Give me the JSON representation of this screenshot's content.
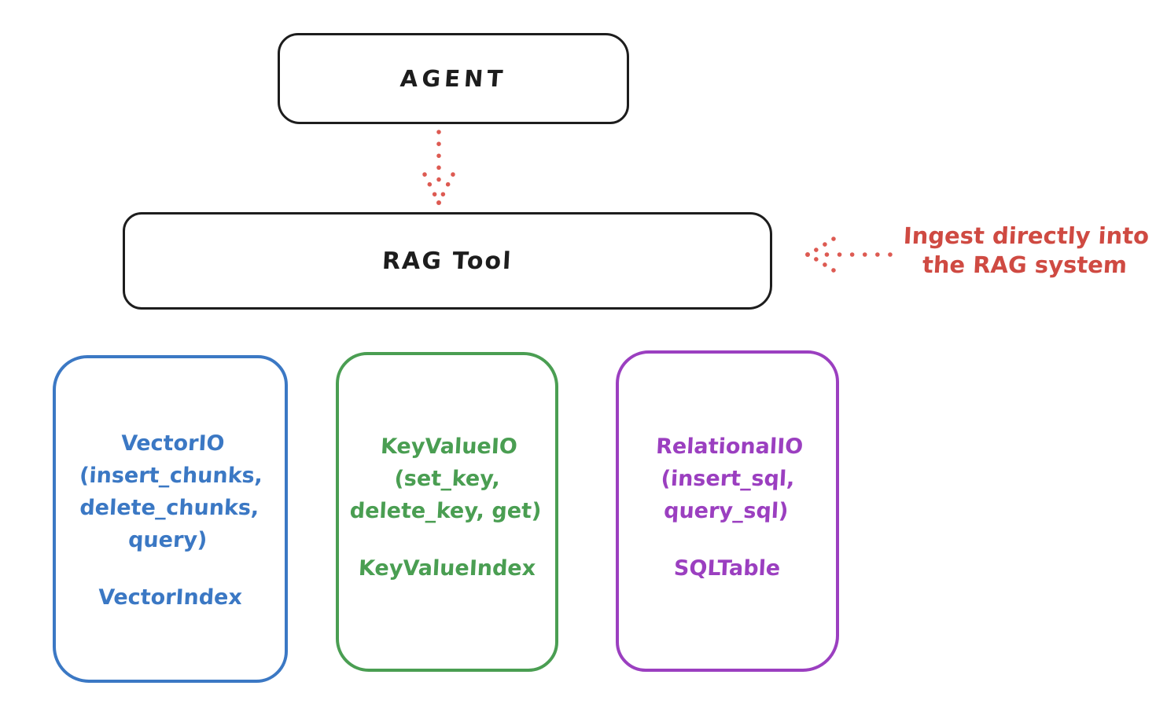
{
  "diagram": {
    "background_color": "#ffffff",
    "stroke_color": "#1d1d1d",
    "agent_box": {
      "label": "AGENT"
    },
    "rag_box": {
      "label": "RAG Tool"
    },
    "agent_to_rag_arrow": {
      "style": "dotted",
      "direction": "down",
      "color": "#dd5a52"
    },
    "annotation": {
      "line1": "Ingest directly into",
      "line2": "the RAG system",
      "color": "#cf4a42",
      "arrow": {
        "style": "dotted",
        "direction": "left",
        "color": "#dd5a52"
      }
    },
    "cards": [
      {
        "name": "vector-io-card",
        "color": "#3b78c4",
        "io_block": "VectorIO\n(insert_chunks,\ndelete_chunks,\nquery)",
        "index_label": "VectorIndex"
      },
      {
        "name": "keyvalue-io-card",
        "color": "#4a9e52",
        "io_block": "KeyValueIO\n(set_key,\ndelete_key, get)",
        "index_label": "KeyValueIndex"
      },
      {
        "name": "relational-io-card",
        "color": "#9b3fc0",
        "io_block": "RelationalIO\n(insert_sql,\nquery_sql)",
        "index_label": "SQLTable"
      }
    ]
  }
}
